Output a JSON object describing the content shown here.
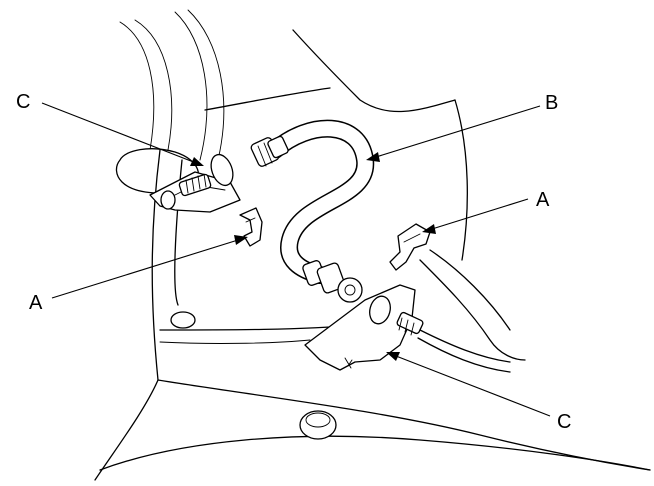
{
  "callouts": {
    "c_top": "C",
    "b": "B",
    "a_right": "A",
    "a_left": "A",
    "c_bottom": "C"
  }
}
